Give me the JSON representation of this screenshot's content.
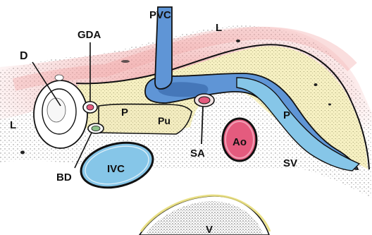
{
  "labels": {
    "L_top": "L",
    "L_left": "L",
    "D": "D",
    "GDA": "GDA",
    "PVC": "PVC",
    "P_left": "P",
    "Pu": "Pu",
    "P_right": "P",
    "BD": "BD",
    "IVC": "IVC",
    "SA": "SA",
    "Ao": "Ao",
    "SV": "SV",
    "V": "V"
  },
  "colors": {
    "liver_tint": "#e98a8a",
    "pancreas": "#f6f0c2",
    "vein_blue": "#5f95d6",
    "vein_light": "#86c6e8",
    "artery_pink": "#e45b7e",
    "bile_green": "#8cc08a",
    "outline": "#111111"
  }
}
